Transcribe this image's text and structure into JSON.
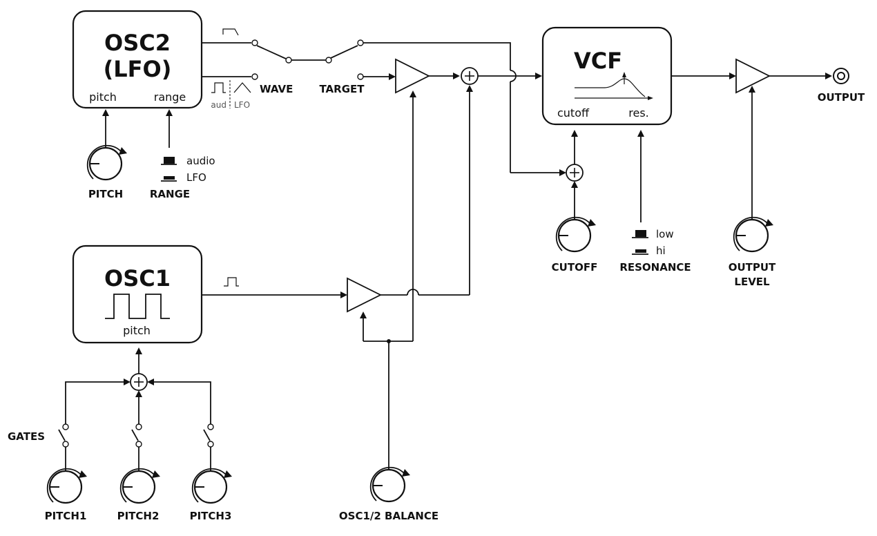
{
  "osc2": {
    "title_line1": "OSC2",
    "title_line2": "(LFO)",
    "input_pitch": "pitch",
    "input_range": "range"
  },
  "osc1": {
    "title": "OSC1",
    "input_pitch": "pitch"
  },
  "vcf": {
    "title": "VCF",
    "input_cutoff": "cutoff",
    "input_resonance": "res."
  },
  "wave_switch": {
    "label": "WAVE",
    "option_audio": "aud",
    "option_lfo": "LFO"
  },
  "target_switch": {
    "label": "TARGET"
  },
  "knobs": {
    "pitch": "PITCH",
    "cutoff": "CUTOFF",
    "output_level_line1": "OUTPUT",
    "output_level_line2": "LEVEL",
    "pitch1": "PITCH1",
    "pitch2": "PITCH2",
    "pitch3": "PITCH3",
    "balance": "OSC1/2 BALANCE"
  },
  "range_switch": {
    "label": "RANGE",
    "option_audio": "audio",
    "option_lfo": "LFO"
  },
  "resonance_switch": {
    "label": "RESONANCE",
    "option_low": "low",
    "option_hi": "hi"
  },
  "gates": {
    "label": "GATES"
  },
  "output": {
    "label": "OUTPUT"
  }
}
